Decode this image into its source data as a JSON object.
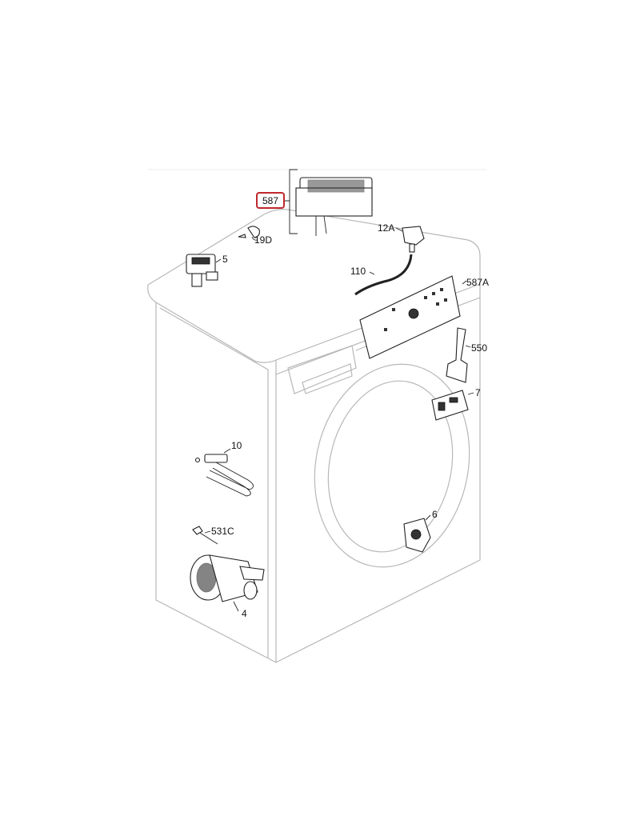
{
  "diagram": {
    "highlight_color": "#c0282d",
    "highlighted_part": "587",
    "parts": [
      {
        "id": "587",
        "label": "587"
      },
      {
        "id": "19D",
        "label": "19D"
      },
      {
        "id": "5",
        "label": "5"
      },
      {
        "id": "12A",
        "label": "12A"
      },
      {
        "id": "110",
        "label": "110"
      },
      {
        "id": "587A",
        "label": "587A"
      },
      {
        "id": "550",
        "label": "550"
      },
      {
        "id": "7",
        "label": "7"
      },
      {
        "id": "10",
        "label": "10"
      },
      {
        "id": "531C",
        "label": "531C"
      },
      {
        "id": "4",
        "label": "4"
      },
      {
        "id": "6",
        "label": "6"
      }
    ]
  }
}
